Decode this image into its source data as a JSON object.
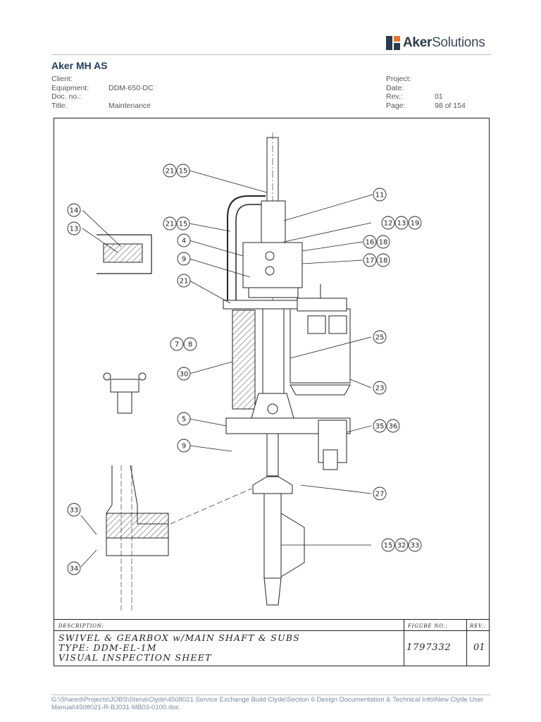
{
  "logo": {
    "brand_bold": "Aker",
    "brand_light": "Solutions"
  },
  "header": {
    "company": "Aker MH AS",
    "left_fields": [
      {
        "label": "Client:",
        "value": ""
      },
      {
        "label": "Equipment:",
        "value": "DDM-650-DC"
      },
      {
        "label": "Doc. no.:",
        "value": ""
      },
      {
        "label": "Title:",
        "value": "Maintenance"
      }
    ],
    "right_fields": [
      {
        "label": "Project:",
        "value": ""
      },
      {
        "label": "Date:",
        "value": ""
      },
      {
        "label": "Rev.:",
        "value": "01"
      },
      {
        "label": "Page:",
        "value": "98 of 154"
      }
    ]
  },
  "drawing": {
    "callouts": {
      "c2115a": [
        "21",
        "15"
      ],
      "c14": [
        "14"
      ],
      "c13": [
        "13"
      ],
      "c2115b": [
        "21",
        "15"
      ],
      "c4": [
        "4"
      ],
      "c9a": [
        "9"
      ],
      "c21": [
        "21"
      ],
      "c78": [
        "7",
        "8"
      ],
      "c30": [
        "30"
      ],
      "c5": [
        "5"
      ],
      "c9b": [
        "9"
      ],
      "c33": [
        "33"
      ],
      "c34": [
        "34"
      ],
      "c11": [
        "11"
      ],
      "c121319": [
        "12",
        "13",
        "19"
      ],
      "c1618": [
        "16",
        "18"
      ],
      "c1718": [
        "17",
        "18"
      ],
      "c25": [
        "25"
      ],
      "c23": [
        "23"
      ],
      "c3536": [
        "35",
        "36"
      ],
      "c27": [
        "27"
      ],
      "c153233": [
        "15",
        "32",
        "33"
      ]
    },
    "title_block": {
      "description_header": "DESCRIPTION:",
      "figure_header": "FIGURE NO.:",
      "rev_header": "REV.:",
      "description_lines": [
        "SWIVEL & GEARBOX w/MAIN SHAFT & SUBS",
        "TYPE:  DDM-EL-1M",
        "VISUAL INSPECTION SHEET"
      ],
      "figure_no": "1797332",
      "rev": "01"
    }
  },
  "footer": {
    "path": "G:\\Shared\\Projects\\JOBS\\Stena\\Clyde\\4508021 Service Exchange Build Clyde\\Section 6 Design Documentation & Technical Info\\New Clyde User Manual\\4508021-R-BJ031-MB03-0100.doc"
  },
  "colors": {
    "heading": "#1f3a5a",
    "logo_orange": "#e8752a",
    "logo_navy": "#2b3a4e",
    "rule": "#b7c3cc",
    "footer_text": "#7a8ba0"
  }
}
